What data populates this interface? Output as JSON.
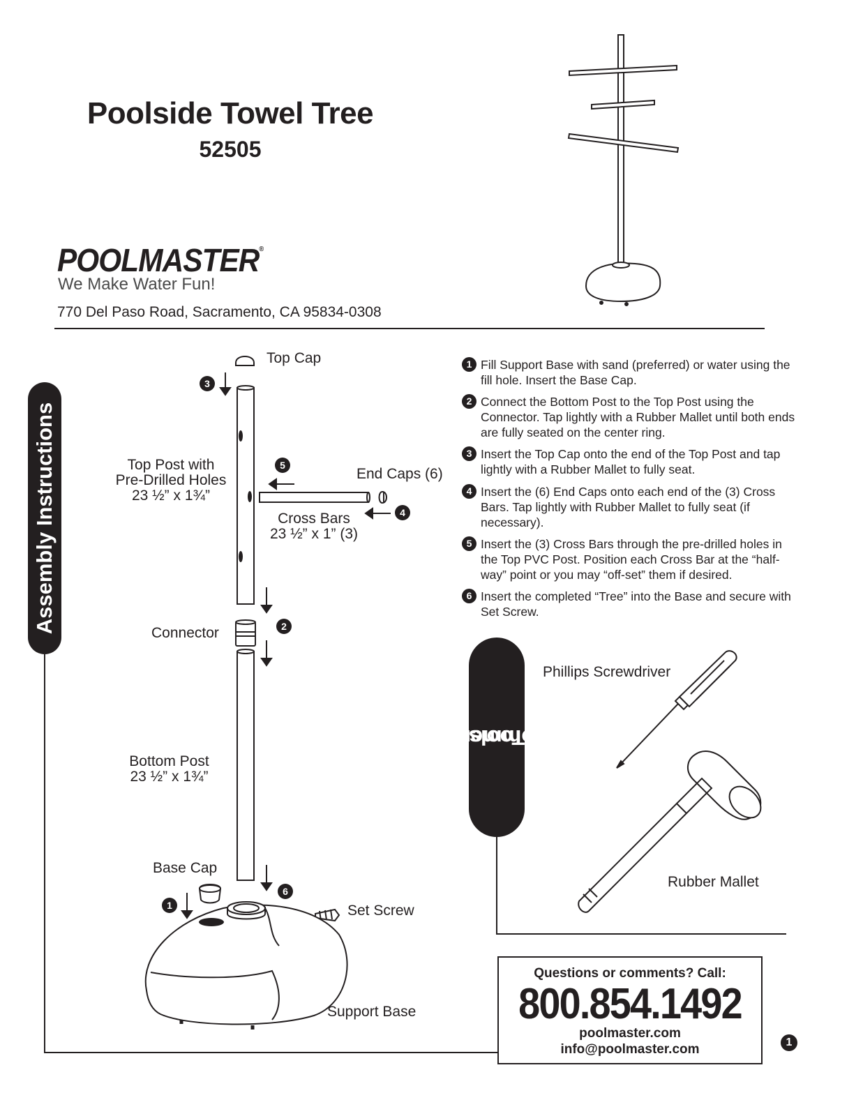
{
  "header": {
    "title": "Poolside Towel Tree",
    "model_number": "52505"
  },
  "brand": {
    "name": "POOLMASTER",
    "registered_mark": "®",
    "tagline": "We Make Water Fun!",
    "address": "770 Del Paso Road, Sacramento, CA 95834-0308"
  },
  "sections": {
    "assembly_title": "Assembly Instructions",
    "tools_title_line1": "Recommended",
    "tools_title_line2": "Tools"
  },
  "parts": {
    "top_cap": "Top Cap",
    "top_post_line1": "Top Post with",
    "top_post_line2": "Pre-Drilled Holes",
    "top_post_dims": "23 ½” x 1¾”",
    "end_caps": "End Caps (6)",
    "cross_bars": "Cross Bars",
    "cross_bars_dims": "23 ½” x 1” (3)",
    "connector": "Connector",
    "bottom_post": "Bottom Post",
    "bottom_post_dims": "23 ½” x 1¾”",
    "base_cap": "Base Cap",
    "set_screw": "Set Screw",
    "support_base": "Support Base"
  },
  "diagram_steps": {
    "s1": "1",
    "s2": "2",
    "s3": "3",
    "s4": "4",
    "s5": "5",
    "s6": "6"
  },
  "steps": [
    {
      "num": "1",
      "text": "Fill Support Base with sand (preferred) or water using the fill hole. Insert the Base Cap."
    },
    {
      "num": "2",
      "text": "Connect the Bottom Post to the Top Post using the Connector. Tap lightly with a Rubber Mallet until both ends are fully seated on the center ring."
    },
    {
      "num": "3",
      "text": "Insert the Top Cap onto the end of the Top Post and tap lightly with a Rubber Mallet to fully seat."
    },
    {
      "num": "4",
      "text": "Insert the (6) End Caps onto each end of the (3) Cross Bars. Tap lightly with Rubber Mallet to fully seat (if necessary)."
    },
    {
      "num": "5",
      "text": "Insert the (3) Cross Bars through the pre-drilled holes in the Top PVC Post. Position each Cross Bar at the “half-way” point or you may “off-set” them if desired."
    },
    {
      "num": "6",
      "text": "Insert the completed “Tree” into the Base and secure with Set Screw."
    }
  ],
  "tools": {
    "screwdriver": "Phillips Screwdriver",
    "mallet": "Rubber Mallet"
  },
  "contact": {
    "heading": "Questions or comments? Call:",
    "phone": "800.854.1492",
    "website": "poolmaster.com",
    "email": "info@poolmaster.com"
  },
  "page_number": "1"
}
